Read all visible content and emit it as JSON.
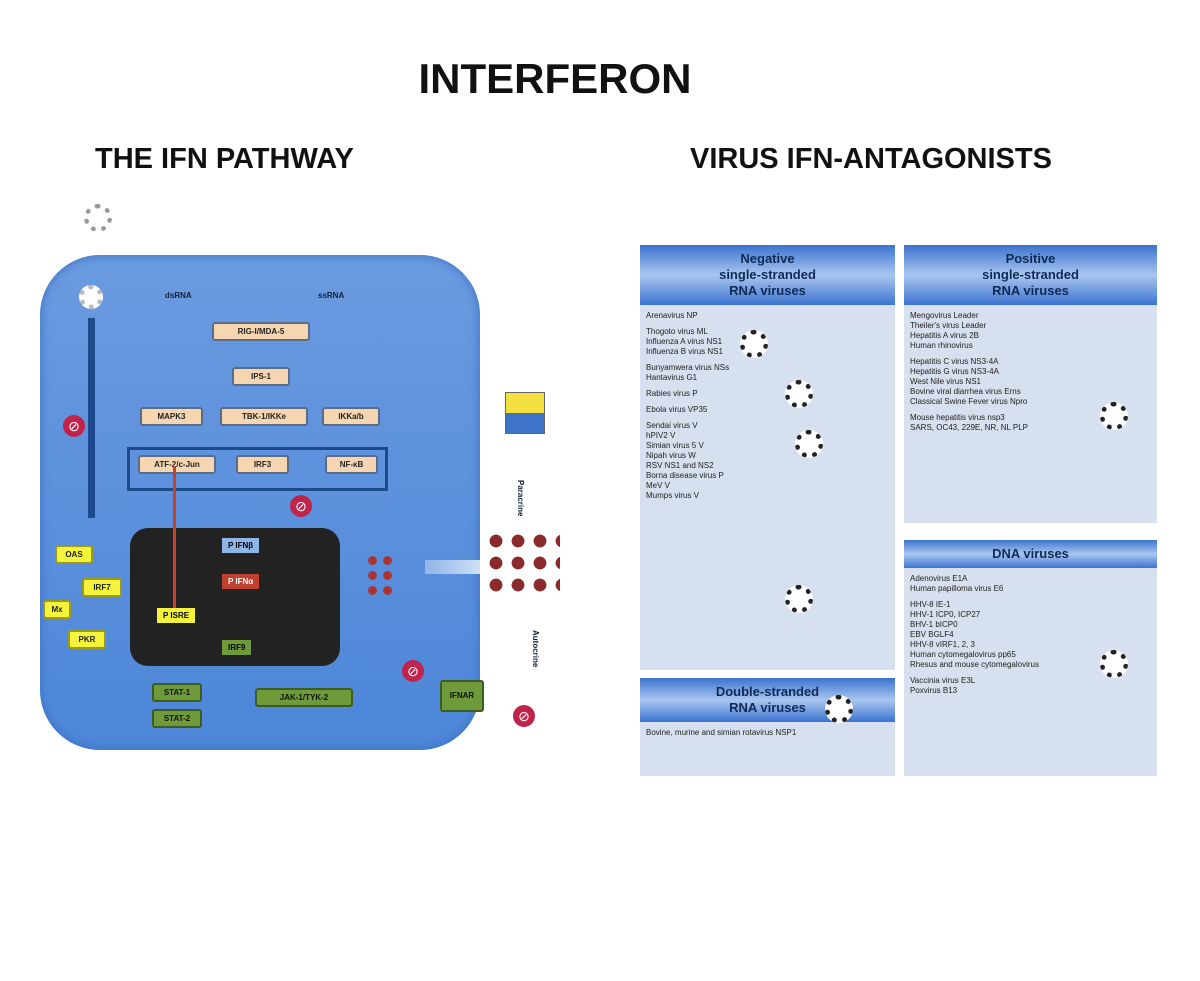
{
  "title": "INTERFERON",
  "left_title": "THE IFN PATHWAY",
  "right_title": "VIRUS IFN-ANTAGONISTS",
  "pathway": {
    "dsrna": "dsRNA",
    "ssrna": "ssRNA",
    "rig": "RIG-I/MDA-5",
    "ips": "IPS-1",
    "mapk": "MAPK3",
    "tbk": "TBK-1/IKKe",
    "ikk": "IKKa/b",
    "atf": "ATF-2/c-Jun",
    "irf3": "IRF3",
    "nfkb": "NF-κB",
    "ifnb": "P IFNβ",
    "ifna": "P IFNα",
    "isre": "P ISRE",
    "irf9": "IRF9",
    "oas": "OAS",
    "irf7": "IRF7",
    "mx": "Mx",
    "pkr": "PKR",
    "stat1": "STAT-1",
    "stat2": "STAT-2",
    "jak": "JAK-1/TYK-2",
    "ifnar": "IFNAR",
    "paracrine": "Paracrine",
    "autocrine": "Autocrine"
  },
  "panels": {
    "negative": {
      "header": [
        "Negative",
        "single-stranded",
        "RNA viruses"
      ],
      "groups": [
        [
          "Arenavirus NP"
        ],
        [
          "Thogoto virus ML",
          "Influenza A virus NS1",
          "Influenza B virus NS1"
        ],
        [
          "Bunyamwera virus NSs",
          "Hantavirus G1"
        ],
        [
          "Rabies virus P"
        ],
        [
          "Ebola virus VP35"
        ],
        [
          "Sendai virus V",
          "hPIV2 V",
          "Simian virus 5 V",
          "Nipah virus W",
          "RSV NS1 and NS2",
          "Borna disease virus P",
          "MeV V",
          "Mumps virus V"
        ]
      ]
    },
    "double": {
      "header": [
        "Double-stranded",
        "RNA viruses"
      ],
      "groups": [
        [
          "Bovine, murine and simian rotavirus NSP1"
        ]
      ]
    },
    "positive": {
      "header": [
        "Positive",
        "single-stranded",
        "RNA viruses"
      ],
      "groups": [
        [
          "Mengovirus Leader",
          "Theiler's virus Leader",
          "Hepatitis A virus 2B",
          "Human rhinovirus"
        ],
        [
          "Hepatitis C virus NS3-4A",
          "Hepatitis G virus NS3-4A",
          "West Nile virus NS1",
          "Bovine viral diarrhea virus Erns",
          "Classical Swine Fever virus Npro"
        ],
        [
          "Mouse hepatitis virus nsp3",
          "SARS, OC43, 229E, NR, NL PLP"
        ]
      ]
    },
    "dna": {
      "header": [
        "DNA viruses"
      ],
      "groups": [
        [
          "Adenovirus E1A",
          "Human papilloma virus E6"
        ],
        [
          "HHV-8 IE-1",
          "HHV-1 ICP0, ICP27",
          "BHV-1 bICP0",
          "EBV BGLF4",
          "HHV-8 vIRF1, 2, 3",
          "Human cytomegalovirus pp65",
          "Rhesus and mouse cytomegalovirus"
        ],
        [
          "Vaccinia virus E3L",
          "Poxvirus B13"
        ]
      ]
    }
  }
}
